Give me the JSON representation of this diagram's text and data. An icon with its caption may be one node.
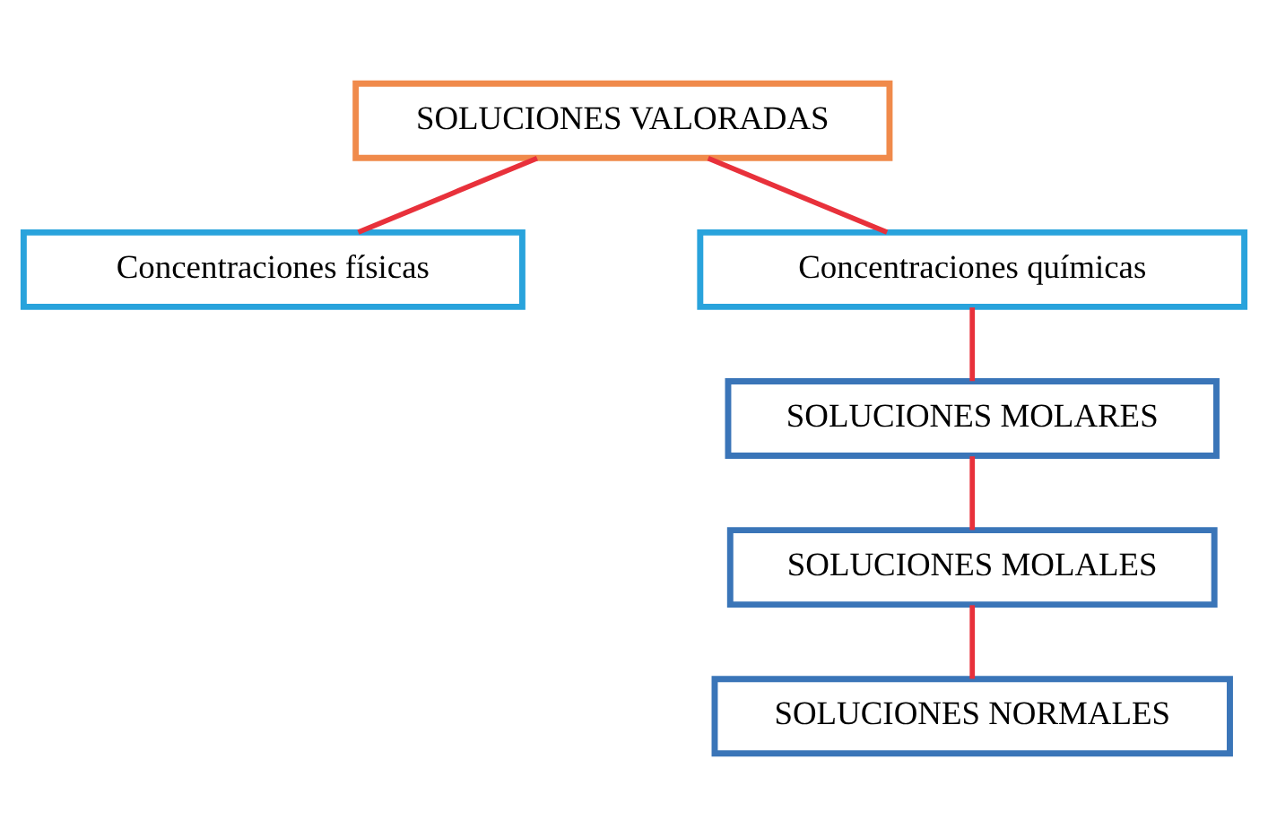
{
  "diagram": {
    "nodes": [
      {
        "text": [
          "SOLUCIONES VALORADAS"
        ]
      },
      {
        "text": [
          "Concentraciones físicas"
        ]
      },
      {
        "text": [
          "Concentraciones químicas"
        ]
      },
      {
        "text": [
          "SOLUCIONES MOLARES"
        ]
      },
      {
        "text": [
          "SOLUCIONES MOLALES"
        ]
      },
      {
        "text": [
          "SOLUCIONES NORMALES"
        ]
      }
    ],
    "edges": [
      {
        "from": 0,
        "to": 1,
        "arrow": "none"
      },
      {
        "from": 0,
        "to": 2,
        "arrow": "none"
      },
      {
        "from": 2,
        "to": 3,
        "arrow": "none"
      },
      {
        "from": 3,
        "to": 4,
        "arrow": "none"
      },
      {
        "from": 4,
        "to": 5,
        "arrow": "none"
      }
    ]
  }
}
